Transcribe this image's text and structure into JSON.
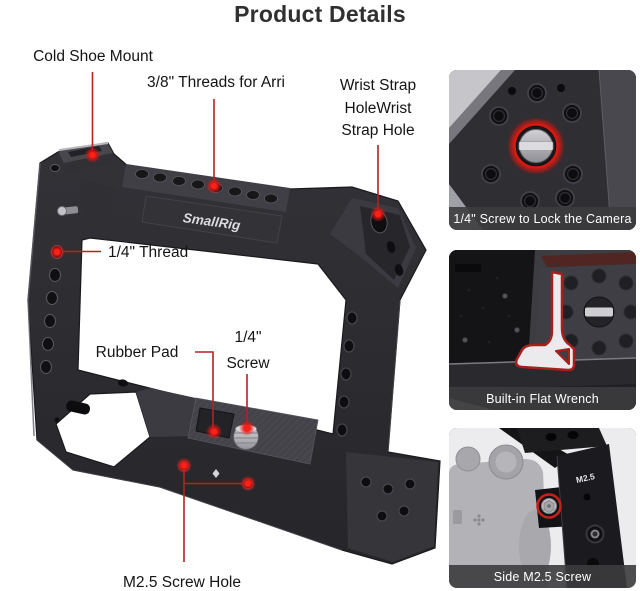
{
  "title": "Product Details",
  "product": {
    "brand": "SmallRig"
  },
  "colors": {
    "accent_red_line": "#b12421",
    "accent_red_dot": "#ea1510",
    "caption_bg": "#3c3c3e",
    "caption_text": "#ffffff",
    "cage_metal": "#2c2c30",
    "background": "#ffffff"
  },
  "callouts": [
    {
      "id": "cold-shoe-mount",
      "label": "Cold Shoe Mount"
    },
    {
      "id": "arri-threads",
      "label": "3/8\" Threads for Arri"
    },
    {
      "id": "wrist-strap-hole",
      "label": "Wrist Strap HoleWrist Strap Hole",
      "lines": [
        "Wrist Strap",
        "HoleWrist",
        "Strap Hole"
      ]
    },
    {
      "id": "quarter-thread",
      "label": "1/4\" Thread"
    },
    {
      "id": "rubber-pad",
      "label": "Rubber Pad"
    },
    {
      "id": "quarter-screw",
      "label": "1/4\" Screw",
      "lines": [
        "1/4\"",
        "Screw"
      ]
    },
    {
      "id": "m25-screw-hole",
      "label": "M2.5 Screw Hole"
    }
  ],
  "detail_cards": [
    {
      "caption": "1/4\" Screw to Lock the Camera"
    },
    {
      "caption": "Built-in Flat Wrench"
    },
    {
      "caption": "Side M2.5 Screw",
      "engraving": "M2.5"
    }
  ]
}
